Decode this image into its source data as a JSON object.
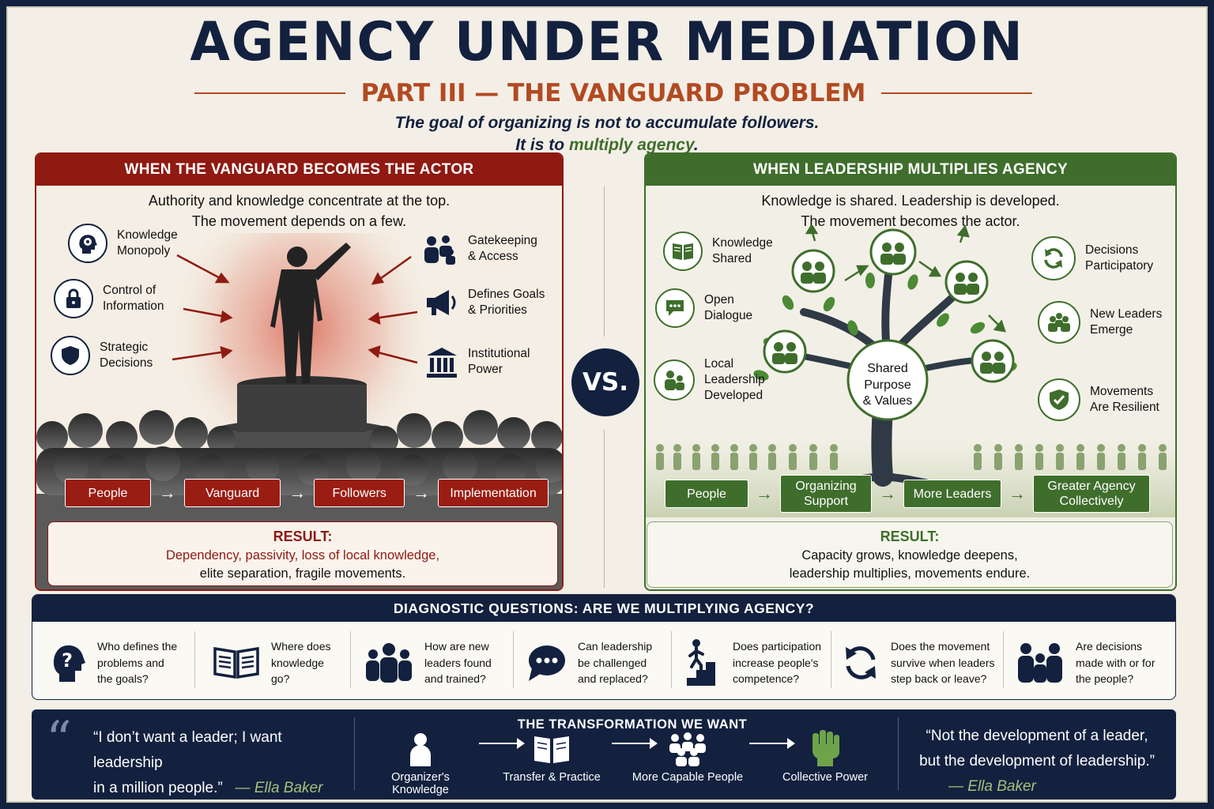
{
  "header": {
    "title": "AGENCY UNDER MEDIATION",
    "subtitle": "PART III — THE VANGUARD PROBLEM",
    "tagline_1": "The goal of organizing is not to accumulate followers.",
    "tagline_2a": "It is to ",
    "tagline_2b": "multiply agency",
    "tagline_2c": "."
  },
  "left": {
    "heading": "WHEN THE VANGUARD BECOMES THE ACTOR",
    "lead_1": "Authority and knowledge concentrate at the top.",
    "lead_2": "The movement depends on a few.",
    "items": [
      {
        "l1": "Knowledge",
        "l2": "Monopoly",
        "icon": "gear-head-icon"
      },
      {
        "l1": "Control of",
        "l2": "Information",
        "icon": "lock-icon"
      },
      {
        "l1": "Strategic",
        "l2": "Decisions",
        "icon": "shield-icon"
      },
      {
        "l1": "Gatekeeping",
        "l2": "& Access",
        "icon": "people-group-icon"
      },
      {
        "l1": "Defines Goals",
        "l2": "& Priorities",
        "icon": "megaphone-icon"
      },
      {
        "l1": "Institutional",
        "l2": "Power",
        "icon": "institution-icon"
      }
    ],
    "flow": [
      "People",
      "Vanguard",
      "Followers",
      "Implementation"
    ],
    "result_label": "RESULT:",
    "result_1": "Dependency, passivity, loss of local knowledge,",
    "result_2": "elite separation, fragile movements.",
    "accent": "#8e1a12"
  },
  "vs": "VS.",
  "right": {
    "heading": "WHEN LEADERSHIP MULTIPLIES AGENCY",
    "lead_1": "Knowledge is shared. Leadership is developed.",
    "lead_2": "The movement becomes the actor.",
    "items": [
      {
        "l1": "Knowledge",
        "l2": "Shared",
        "icon": "book-icon"
      },
      {
        "l1": "Open",
        "l2": "Dialogue",
        "icon": "speech-bubble-icon"
      },
      {
        "l1": "Local",
        "l2": "Leadership",
        "l3": "Developed",
        "icon": "people-icon"
      },
      {
        "l1": "Decisions",
        "l2": "Participatory",
        "icon": "cycle-arrows-icon"
      },
      {
        "l1": "New Leaders",
        "l2": "Emerge",
        "icon": "leaders-icon"
      },
      {
        "l1": "Movements",
        "l2": "Are Resilient",
        "icon": "shield-check-icon"
      }
    ],
    "tree_center_1": "Shared",
    "tree_center_2": "Purpose",
    "tree_center_3": "& Values",
    "flow": [
      {
        "l1": "People"
      },
      {
        "l1": "Organizing",
        "l2": "Support"
      },
      {
        "l1": "More Leaders"
      },
      {
        "l1": "Greater Agency",
        "l2": "Collectively"
      }
    ],
    "result_label": "RESULT:",
    "result_1": "Capacity grows, knowledge deepens,",
    "result_2": "leadership multiplies, movements endure.",
    "accent": "#3f6e2c"
  },
  "diagnostic": {
    "heading": "DIAGNOSTIC QUESTIONS: ARE WE MULTIPLYING AGENCY?",
    "questions": [
      {
        "l1": "Who defines the",
        "l2": "problems and",
        "l3": "the goals?",
        "icon": "question-head-icon"
      },
      {
        "l1": "Where does",
        "l2": "knowledge",
        "l3": "go?",
        "icon": "open-book-icon"
      },
      {
        "l1": "How are new",
        "l2": "leaders found",
        "l3": "and trained?",
        "icon": "group-icon"
      },
      {
        "l1": "Can leadership",
        "l2": "be challenged",
        "l3": "and replaced?",
        "icon": "chat-dots-icon"
      },
      {
        "l1": "Does participation",
        "l2": "increase people's",
        "l3": "competence?",
        "icon": "stairs-climber-icon"
      },
      {
        "l1": "Does the movement",
        "l2": "survive when leaders",
        "l3": "step back or leave?",
        "icon": "refresh-icon"
      },
      {
        "l1": "Are decisions",
        "l2": "made with or for",
        "l3": "the people?",
        "icon": "family-icon"
      }
    ]
  },
  "bottom": {
    "quote_left_1": "“I don’t want a leader; I want leadership",
    "quote_left_2": "in a million people.”",
    "attr_left": "— Ella Baker",
    "center_heading": "THE TRANSFORMATION WE WANT",
    "steps": [
      "Organizer's Knowledge",
      "Transfer & Practice",
      "More Capable People",
      "Collective Power"
    ],
    "quote_right_1": "“Not the development of a leader,",
    "quote_right_2": "but the development of leadership.”",
    "attr_right": "— Ella Baker"
  }
}
